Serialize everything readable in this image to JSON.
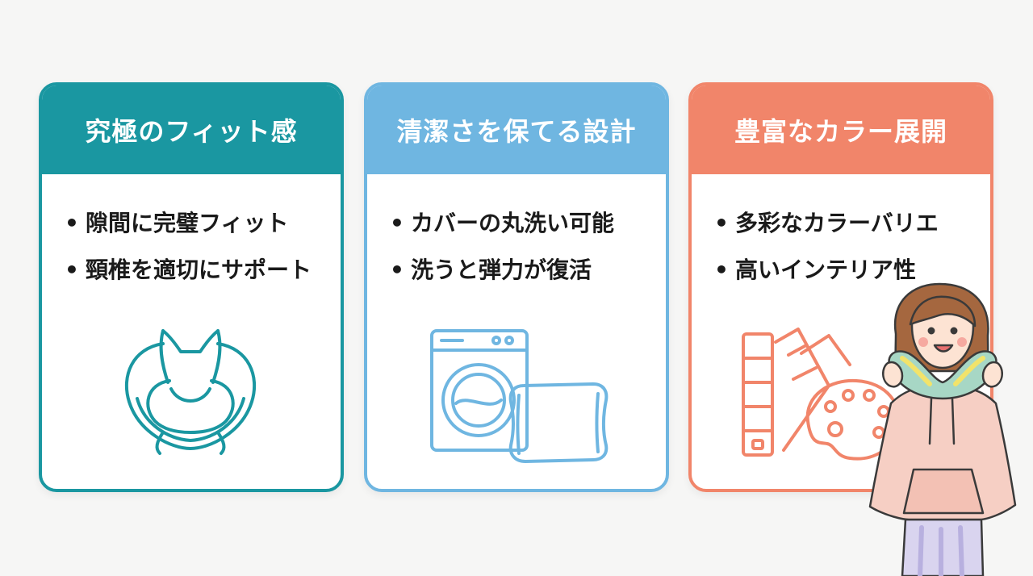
{
  "cards": [
    {
      "title": "究極のフィット感",
      "color": "#1a97a1",
      "items": [
        "隙間に完璧フィット",
        "頸椎を適切にサポート"
      ],
      "illustration": "neck-pillow-icon"
    },
    {
      "title": "清潔さを保てる設計",
      "color": "#6fb6e1",
      "items": [
        "カバーの丸洗い可能",
        "洗うと弾力が復活"
      ],
      "illustration": "washing-machine-pillow-icon"
    },
    {
      "title": "豊富なカラー展開",
      "color": "#f1856a",
      "items": [
        "多彩なカラーバリエ",
        "高いインテリア性"
      ],
      "illustration": "color-swatch-palette-icon"
    }
  ],
  "bullet": "•",
  "character": "woman-with-neck-pillow"
}
